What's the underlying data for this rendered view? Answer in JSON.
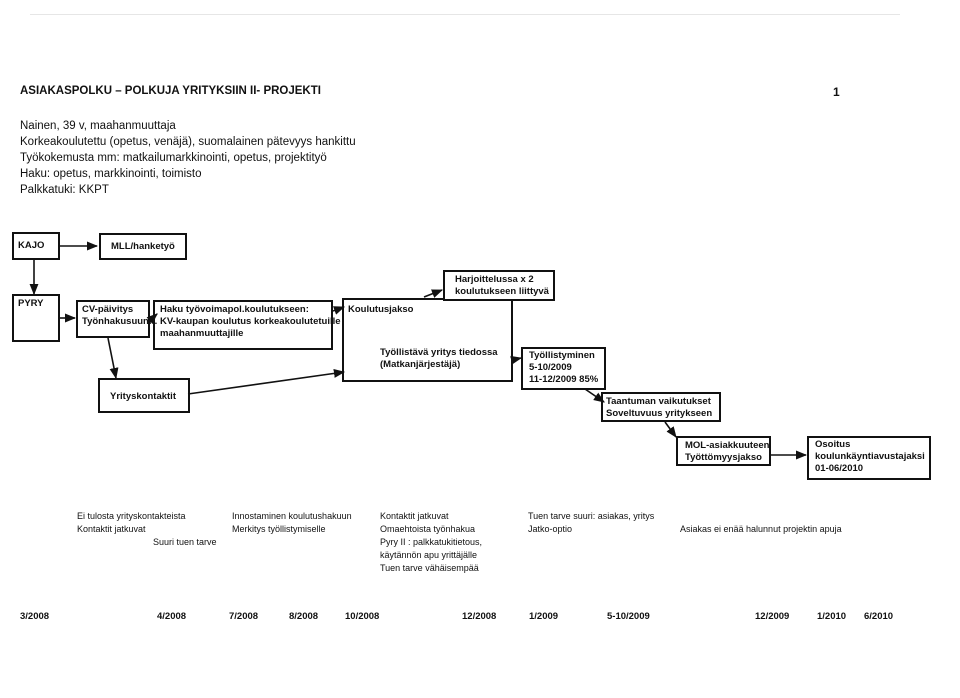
{
  "header": {
    "title": "ASIAKASPOLKU – POLKUJA YRITYKSIIN II- PROJEKTI",
    "page_number": "1"
  },
  "profile": [
    "Nainen, 39 v, maahanmuuttaja",
    "Korkeakoulutettu (opetus, venäjä), suomalainen pätevyys hankittu",
    "Työkokemusta mm: matkailumarkkinointi, opetus, projektityö",
    "Haku: opetus, markkinointi, toimisto",
    "Palkkatuki: KKPT"
  ],
  "boxes": {
    "kajo": "KAJO",
    "mll": "MLL/hanketyö",
    "pyry": "PYRY",
    "cv": [
      "CV-päivitys",
      "Työnhakusuunn."
    ],
    "haku": [
      "Haku työvoimapol.koulutukseen:",
      "KV-kaupan koulutus korkeakoulutetuille",
      "maahanmuuttajille"
    ],
    "koulutusjakso": "Koulutusjakso",
    "harjoittelu": [
      "Harjoittelussa x 2",
      "koulutukseen liittyvä"
    ],
    "tyollistava": [
      "Työllistävä yritys tiedossa",
      "(Matkanjärjestäjä)"
    ],
    "yrityskontaktit": "Yrityskontaktit",
    "tyollistyminen": [
      "Työllistyminen",
      "5-10/2009",
      "11-12/2009 85%"
    ],
    "taantuma": [
      "Taantuman vaikutukset",
      "Soveltuvuus yritykseen"
    ],
    "mol": [
      "MOL-asiakkuuteen",
      "Työttömyysjakso"
    ],
    "osoitus": [
      "Osoitus",
      "koulunkäyntiavustajaksi",
      "01-06/2010"
    ]
  },
  "notes": {
    "n1": [
      "Ei tulosta yrityskontakteista",
      "Kontaktit jatkuvat",
      "Suuri tuen tarve"
    ],
    "n2": [
      "Innostaminen koulutushakuun",
      "Merkitys työllistymiselle"
    ],
    "n3": [
      "Kontaktit jatkuvat",
      "Omaehtoista työnhakua",
      "Pyry II : palkkatukitietous,",
      "käytännön apu yrittäjälle",
      "Tuen tarve vähäisempää"
    ],
    "n4": [
      "Tuen tarve suuri: asiakas, yritys",
      "Jatko-optio"
    ],
    "n5": "Asiakas ei enää halunnut projektin apuja"
  },
  "dates": [
    "3/2008",
    "4/2008",
    "7/2008",
    "8/2008",
    "10/2008",
    "12/2008",
    "1/2009",
    "5-10/2009",
    "12/2009",
    "1/2010",
    "6/2010"
  ]
}
